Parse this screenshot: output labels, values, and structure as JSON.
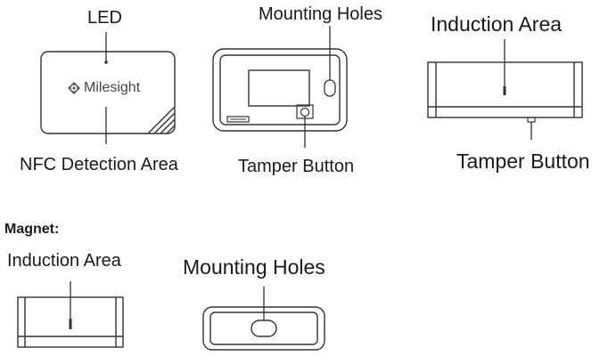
{
  "front_view": {
    "led_label": "LED",
    "brand_name": "Milesight",
    "nfc_label": "NFC Detection Area"
  },
  "back_view": {
    "mounting_label": "Mounting Holes",
    "tamper_label": "Tamper Button"
  },
  "side_view": {
    "induction_label": "Induction Area",
    "tamper_label": "Tamper Button"
  },
  "magnet": {
    "section_title": "Magnet:",
    "induction_label": "Induction Area",
    "mounting_label": "Mounting Holes"
  }
}
